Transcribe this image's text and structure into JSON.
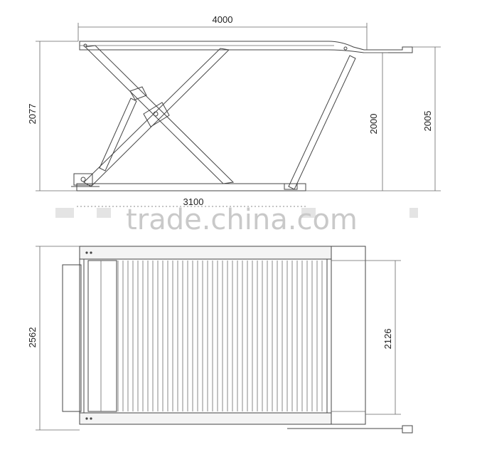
{
  "dimensions": {
    "overall_length": "4000",
    "max_height": "2077",
    "lift_height": "2000",
    "ramp_height": "2005",
    "base_length": "3100",
    "overall_width": "2562",
    "platform_width": "2126"
  },
  "watermark": {
    "text": "trade.china.com"
  },
  "colors": {
    "line": "#444444",
    "watermark": "#c9c9c9",
    "background": "#ffffff"
  }
}
